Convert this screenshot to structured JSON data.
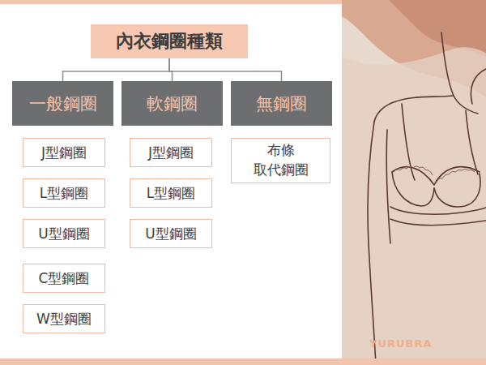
{
  "diagram": {
    "nodes": [
      {
        "text": [
          "內衣鋼圈種類"
        ]
      },
      {
        "text": [
          "一般鋼圈"
        ]
      },
      {
        "text": [
          "軟鋼圈"
        ]
      },
      {
        "text": [
          "無鋼圈"
        ]
      },
      {
        "text": [
          "J型鋼圈"
        ]
      },
      {
        "text": [
          "L型鋼圈"
        ]
      },
      {
        "text": [
          "U型鋼圈"
        ]
      },
      {
        "text": [
          "C型鋼圈"
        ]
      },
      {
        "text": [
          "W型鋼圈"
        ]
      },
      {
        "text": [
          "J型鋼圈"
        ]
      },
      {
        "text": [
          "L型鋼圈"
        ]
      },
      {
        "text": [
          "U型鋼圈"
        ]
      },
      {
        "text": [
          "布條 取代鋼圈"
        ]
      }
    ],
    "edges": [
      {
        "from": 0,
        "to": 1,
        "arrow": "none"
      },
      {
        "from": 0,
        "to": 2,
        "arrow": "none"
      },
      {
        "from": 0,
        "to": 3,
        "arrow": "none"
      }
    ],
    "labels": [
      "YURUBRA"
    ]
  }
}
